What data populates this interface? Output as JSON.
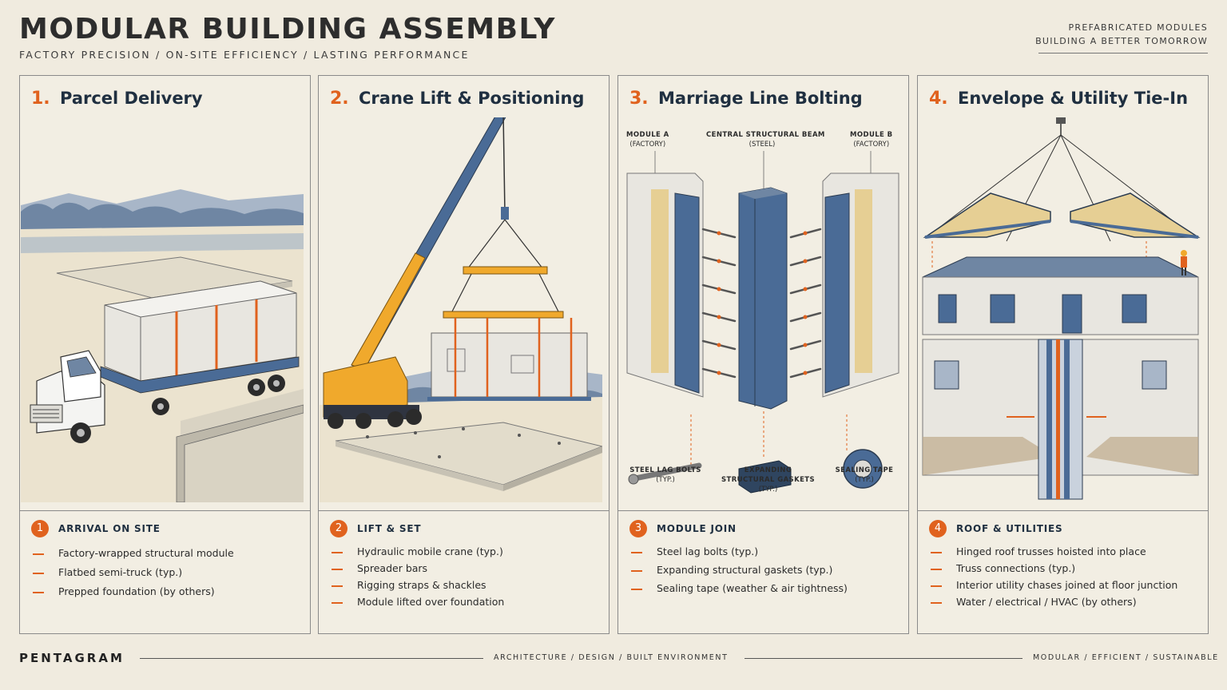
{
  "header": {
    "title": "MODULAR BUILDING ASSEMBLY",
    "subtitle": "FACTORY PRECISION  /  ON-SITE EFFICIENCY  /  LASTING PERFORMANCE",
    "tagline_1": "PREFABRICATED MODULES",
    "tagline_2": "BUILDING A BETTER TOMORROW"
  },
  "panels": [
    {
      "number": "1.",
      "title": "Parcel Delivery",
      "badge": "1",
      "section_title": "ARRIVAL ON SITE",
      "bullets": [
        "Factory-wrapped structural module",
        "Flatbed semi-truck (typ.)",
        "Prepped foundation (by others)"
      ]
    },
    {
      "number": "2.",
      "title": "Crane Lift & Positioning",
      "badge": "2",
      "section_title": "LIFT & SET",
      "bullets": [
        "Hydraulic mobile crane (typ.)",
        "Spreader bars",
        "Rigging straps & shackles",
        "Module lifted over foundation"
      ]
    },
    {
      "number": "3.",
      "title": "Marriage Line Bolting",
      "badge": "3",
      "section_title": "MODULE JOIN",
      "bullets": [
        "Steel lag bolts (typ.)",
        "Expanding structural gaskets (typ.)",
        "Sealing tape (weather & air tightness)"
      ],
      "labels": {
        "module_a": "MODULE A",
        "module_a_sub": "(FACTORY)",
        "beam": "CENTRAL STRUCTURAL BEAM",
        "beam_sub": "(STEEL)",
        "module_b": "MODULE B",
        "module_b_sub": "(FACTORY)",
        "bolts": "STEEL LAG BOLTS",
        "bolts_sub": "(TYP.)",
        "gaskets_1": "EXPANDING",
        "gaskets_2": "STRUCTURAL GASKETS",
        "gaskets_sub": "(TYP.)",
        "tape": "SEALING TAPE",
        "tape_sub": "(TYP.)"
      }
    },
    {
      "number": "4.",
      "title": "Envelope & Utility Tie-In",
      "badge": "4",
      "section_title": "ROOF & UTILITIES",
      "bullets": [
        "Hinged roof trusses hoisted into place",
        "Truss connections (typ.)",
        "Interior utility chases joined at floor junction",
        "Water / electrical / HVAC (by others)"
      ]
    }
  ],
  "footer": {
    "brand": "PENTAGRAM",
    "center": "ARCHITECTURE  /  DESIGN  /  BUILT ENVIRONMENT",
    "right": "MODULAR  /  EFFICIENT  /  SUSTAINABLE"
  },
  "colors": {
    "accent": "#e0621e",
    "steel": "#4a6b96",
    "navy": "#1f2f40",
    "crane": "#f0a92c",
    "paper": "#f0ebdf"
  },
  "icons": [
    "truck-icon",
    "crane-icon",
    "bolt-icon",
    "gasket-icon",
    "tape-icon",
    "truss-icon",
    "worker-icon"
  ]
}
